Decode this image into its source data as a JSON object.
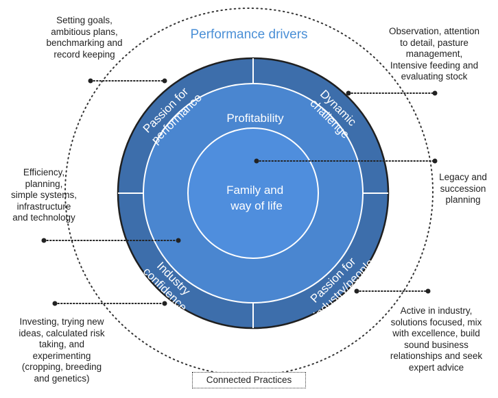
{
  "diagram": {
    "title": "Performance drivers",
    "inner_circle": "Family and\nway of life",
    "middle_ring": "Profitability",
    "quadrants": {
      "top_left": "Passion for\nperformance",
      "top_right": "Dynamic\nchallenge",
      "bottom_left": "Industry\nconfidence",
      "bottom_right": "Passion for\nindustry/people"
    },
    "practices": {
      "setting_goals": "Setting goals,\nambitious plans,\nbenchmarking and\nrecord keeping",
      "observation": "Observation, attention\nto detail, pasture\nmanagement,\nIntensive feeding and\nevaluating stock",
      "efficiency": "Efficiency,\nplanning,\nsimple systems,\ninfrastructure\nand technology",
      "legacy": "Legacy and\nsuccession\nplanning",
      "investing": "Investing, trying new\nideas, calculated risk\ntaking, and\nexperimenting\n(cropping, breeding\nand genetics)",
      "active": "Active in industry,\nsolutions focused, mix\nwith excellence, build\nsound business\nrelationships and seek\nexpert advice"
    },
    "footer": "Connected Practices"
  },
  "colors": {
    "outer_ring": "#3d6eab",
    "middle_ring": "#4a86d0",
    "inner_circle": "#4f8edd",
    "stroke": "#1f1f1f",
    "title": "#4a8fd6",
    "ring_text": "#ffffff"
  }
}
